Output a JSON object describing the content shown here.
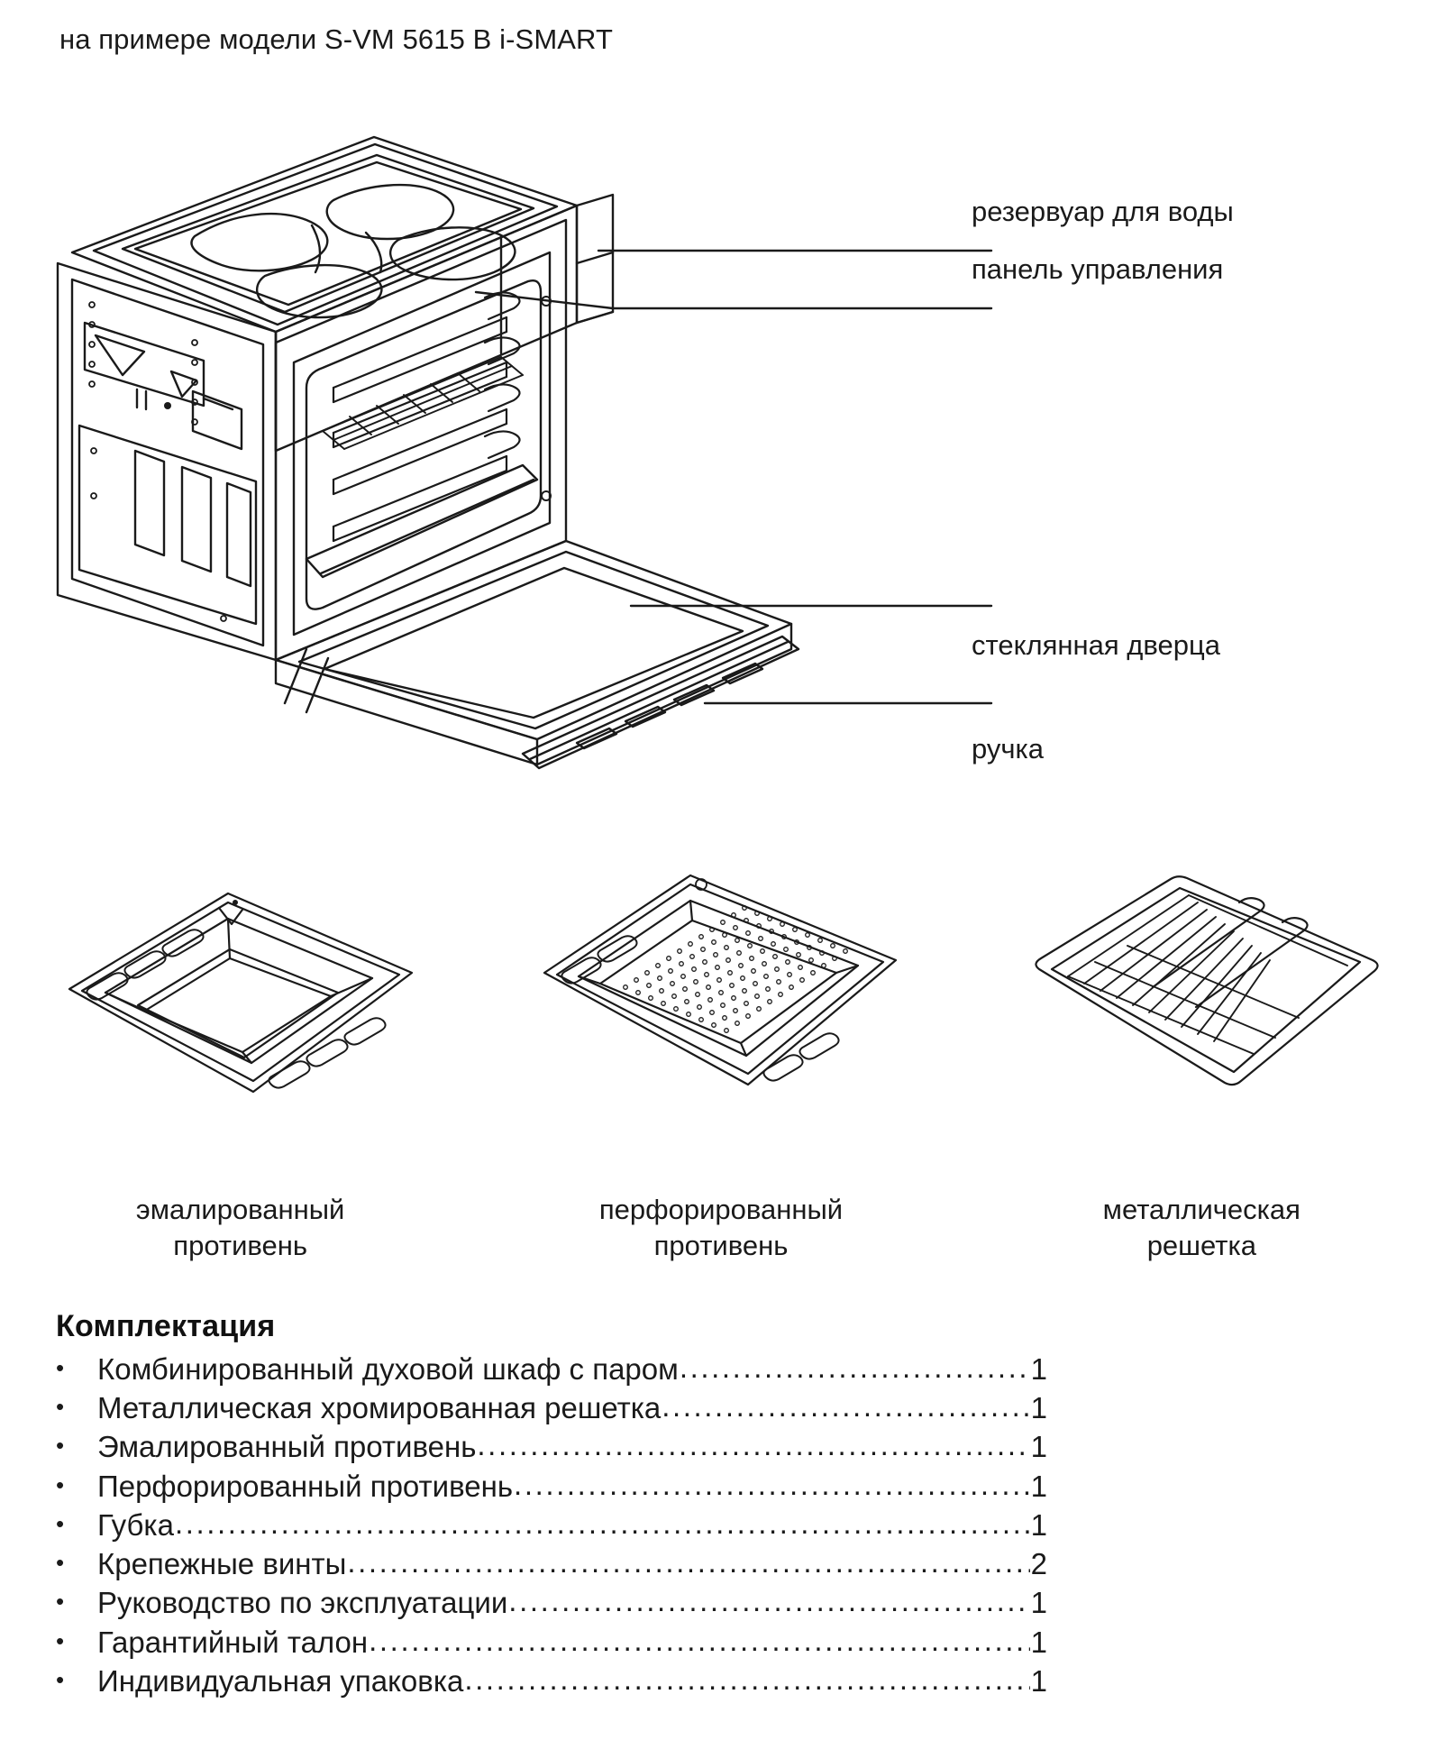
{
  "header": {
    "model_note": "на примере модели S-VM 5615 B i-SMART"
  },
  "diagram": {
    "name": "combi-steam-oven-exploded-view",
    "callouts": [
      {
        "id": "water-tank",
        "label": "резервуар для воды"
      },
      {
        "id": "control-panel",
        "label": "панель управления"
      },
      {
        "id": "glass-door",
        "label": "стеклянная дверца"
      },
      {
        "id": "handle",
        "label": "ручка"
      }
    ]
  },
  "accessories": [
    {
      "id": "enamelled-tray",
      "caption_line1": "эмалированный",
      "caption_line2": "противень"
    },
    {
      "id": "perforated-tray",
      "caption_line1": "перфорированный",
      "caption_line2": "противень"
    },
    {
      "id": "metal-rack",
      "caption_line1": "металлическая",
      "caption_line2": "решетка"
    }
  ],
  "contents": {
    "heading": "Комплектация",
    "bullet": "•",
    "items": [
      {
        "label": "Комбинированный духовой шкаф с паром",
        "qty": "1"
      },
      {
        "label": "Металлическая хромированная решетка",
        "qty": "1"
      },
      {
        "label": "Эмалированный противень",
        "qty": "1"
      },
      {
        "label": "Перфорированный противень",
        "qty": "1"
      },
      {
        "label": "Губка",
        "qty": "1"
      },
      {
        "label": "Крепежные винты",
        "qty": "2"
      },
      {
        "label": "Руководство по эксплуатации",
        "qty": "1"
      },
      {
        "label": "Гарантийный талон",
        "qty": "1"
      },
      {
        "label": "Индивидуальная упаковка",
        "qty": "1"
      }
    ]
  },
  "colors": {
    "ink": "#1a1a1a",
    "page": "#ffffff"
  }
}
